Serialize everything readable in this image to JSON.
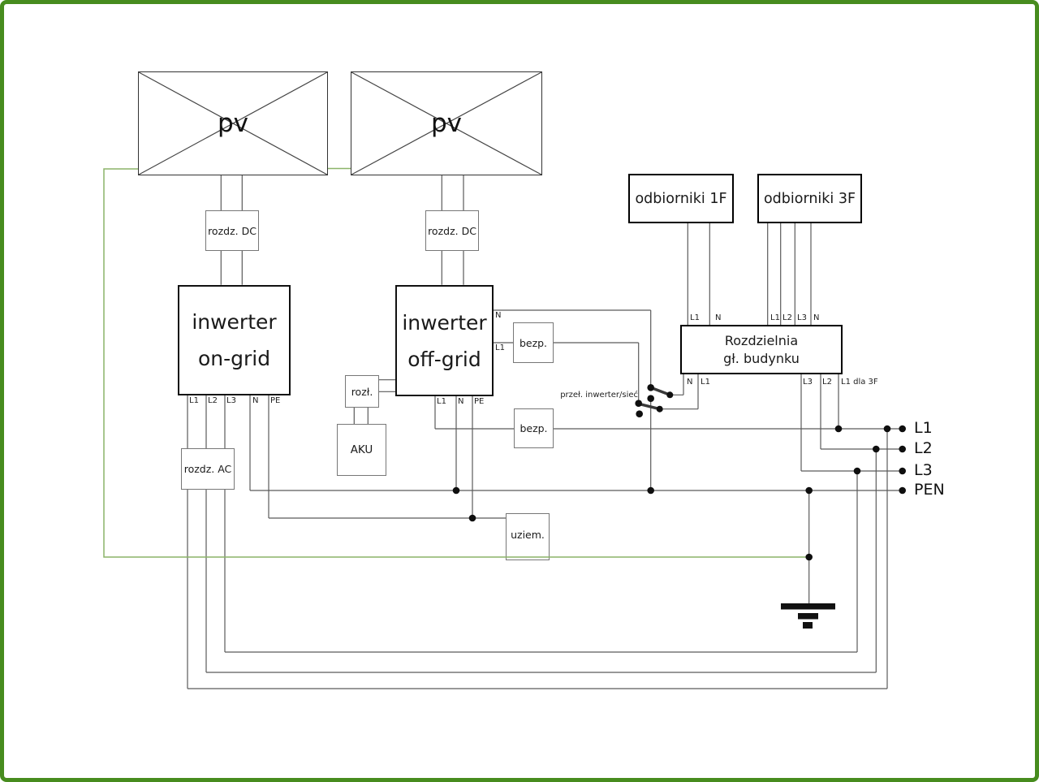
{
  "colors": {
    "page_border_green": "#478c1e",
    "pv_ground_wire_green": "#8cb469",
    "wire_gray": "#5a5a5a",
    "dot_black": "#0f0f0f"
  },
  "boxes": {
    "pv1": {
      "label": "pv"
    },
    "pv2": {
      "label": "pv"
    },
    "rozdz_dc_1": {
      "label": "rozdz. DC"
    },
    "rozdz_dc_2": {
      "label": "rozdz. DC"
    },
    "inwerter_ongrid": {
      "line1": "inwerter",
      "line2": "on-grid"
    },
    "inwerter_offgrid": {
      "line1": "inwerter",
      "line2": "off-grid"
    },
    "odbiorniki_1f": {
      "label": "odbiorniki 1F"
    },
    "odbiorniki_3f": {
      "label": "odbiorniki 3F"
    },
    "rozdzielnia": {
      "line1": "Rozdzielnia",
      "line2": "gł. budynku"
    },
    "rozdz_ac": {
      "label": "rozdz. AC"
    },
    "rozl": {
      "label": "rozł."
    },
    "aku": {
      "label": "AKU"
    },
    "bezp1": {
      "label": "bezp."
    },
    "bezp2": {
      "label": "bezp."
    },
    "uziem": {
      "label": "uziem."
    }
  },
  "labels": {
    "switch": "przeł. inwerter/sieć",
    "ongrid_l1": "L1",
    "ongrid_l2": "L2",
    "ongrid_l3": "L3",
    "ongrid_n": "N",
    "ongrid_pe": "PE",
    "offgrid_l1": "L1",
    "offgrid_n": "N",
    "offgrid_pe": "PE",
    "offgrid_right_n": "N",
    "offgrid_right_l1": "L1",
    "odb1f_l1": "L1",
    "odb1f_n": "N",
    "odb3f_l1": "L1",
    "odb3f_l2": "L2",
    "odb3f_l3": "L3",
    "odb3f_n": "N",
    "rozdzielnia_n": "N",
    "rozdzielnia_l1": "L1",
    "rozdzielnia_l3": "L3",
    "rozdzielnia_l2": "L2",
    "rozdzielnia_l1_3f": "L1 dla 3F",
    "rail_l1": "L1",
    "rail_l2": "L2",
    "rail_l3": "L3",
    "rail_pen": "PEN"
  }
}
